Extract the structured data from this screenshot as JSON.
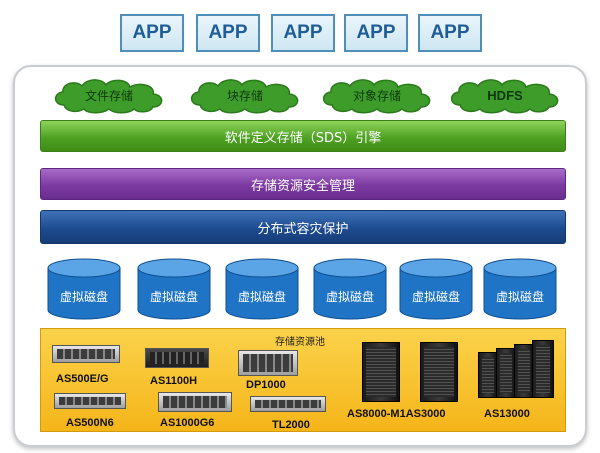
{
  "apps": [
    "APP",
    "APP",
    "APP",
    "APP",
    "APP"
  ],
  "services": [
    "文件存储",
    "块存储",
    "对象存储",
    "HDFS"
  ],
  "layers": {
    "sds_engine": "软件定义存储（SDS）引擎",
    "security": "存储资源安全管理",
    "disaster": "分布式容灾保护"
  },
  "disks": [
    "虚拟磁盘",
    "虚拟磁盘",
    "虚拟磁盘",
    "虚拟磁盘",
    "虚拟磁盘",
    "虚拟磁盘"
  ],
  "pool": {
    "title": "存储资源池",
    "devices": [
      "AS500E/G",
      "AS1100H",
      "DP1000",
      "AS8000-M1AS3000",
      "AS13000",
      "AS500N6",
      "AS1000G6",
      "TL2000"
    ]
  },
  "colors": {
    "cloud_green": "#3e9c2a",
    "sds_bar": "#4ea223",
    "security_bar": "#7c3aa1",
    "disaster_bar": "#1d4b8f",
    "disk_blue": "#1f74c6",
    "pool_yellow": "#f5b51a"
  }
}
